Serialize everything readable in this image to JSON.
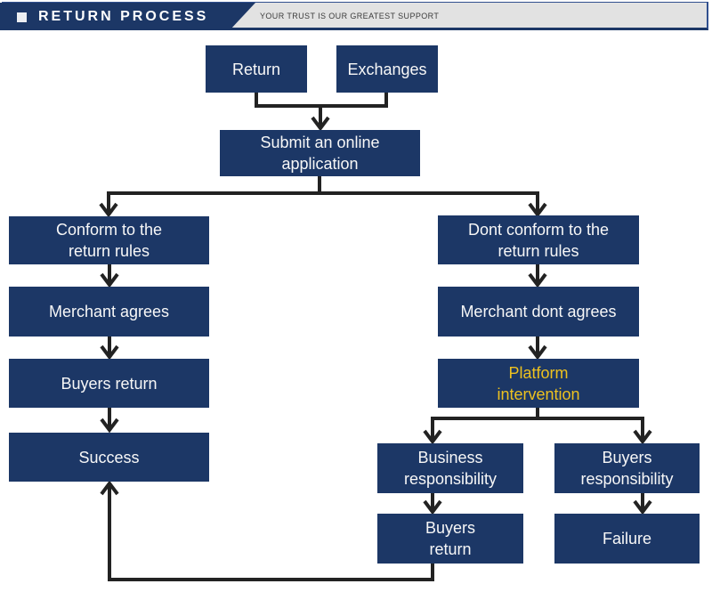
{
  "header": {
    "title": "RETURN PROCESS",
    "tagline": "YOUR TRUST IS OUR GREATEST SUPPORT"
  },
  "colors": {
    "node_navy": "#1c3766",
    "highlight_yellow": "#edc11f",
    "connector_line": "#222222",
    "header_bar_gray": "#e2e2e2",
    "header_border_navy": "#31508f"
  },
  "nodes": {
    "return": [
      "Return"
    ],
    "exchanges": [
      "Exchanges"
    ],
    "submit": [
      "Submit an online",
      "application"
    ],
    "conform": [
      "Conform to the",
      "return rules"
    ],
    "dont_conform": [
      "Dont conform to the",
      "return rules"
    ],
    "merchant_agrees": [
      "Merchant agrees"
    ],
    "merchant_dont_agrees": [
      "Merchant dont agrees"
    ],
    "buyers_return": [
      "Buyers return"
    ],
    "platform_intervention": [
      "Platform",
      "intervention"
    ],
    "success": [
      "Success"
    ],
    "business_responsibility": [
      "Business",
      "responsibility"
    ],
    "buyers_responsibility": [
      "Buyers",
      "responsibility"
    ],
    "buyers_return_2": [
      "Buyers",
      "return"
    ],
    "failure": [
      "Failure"
    ]
  }
}
